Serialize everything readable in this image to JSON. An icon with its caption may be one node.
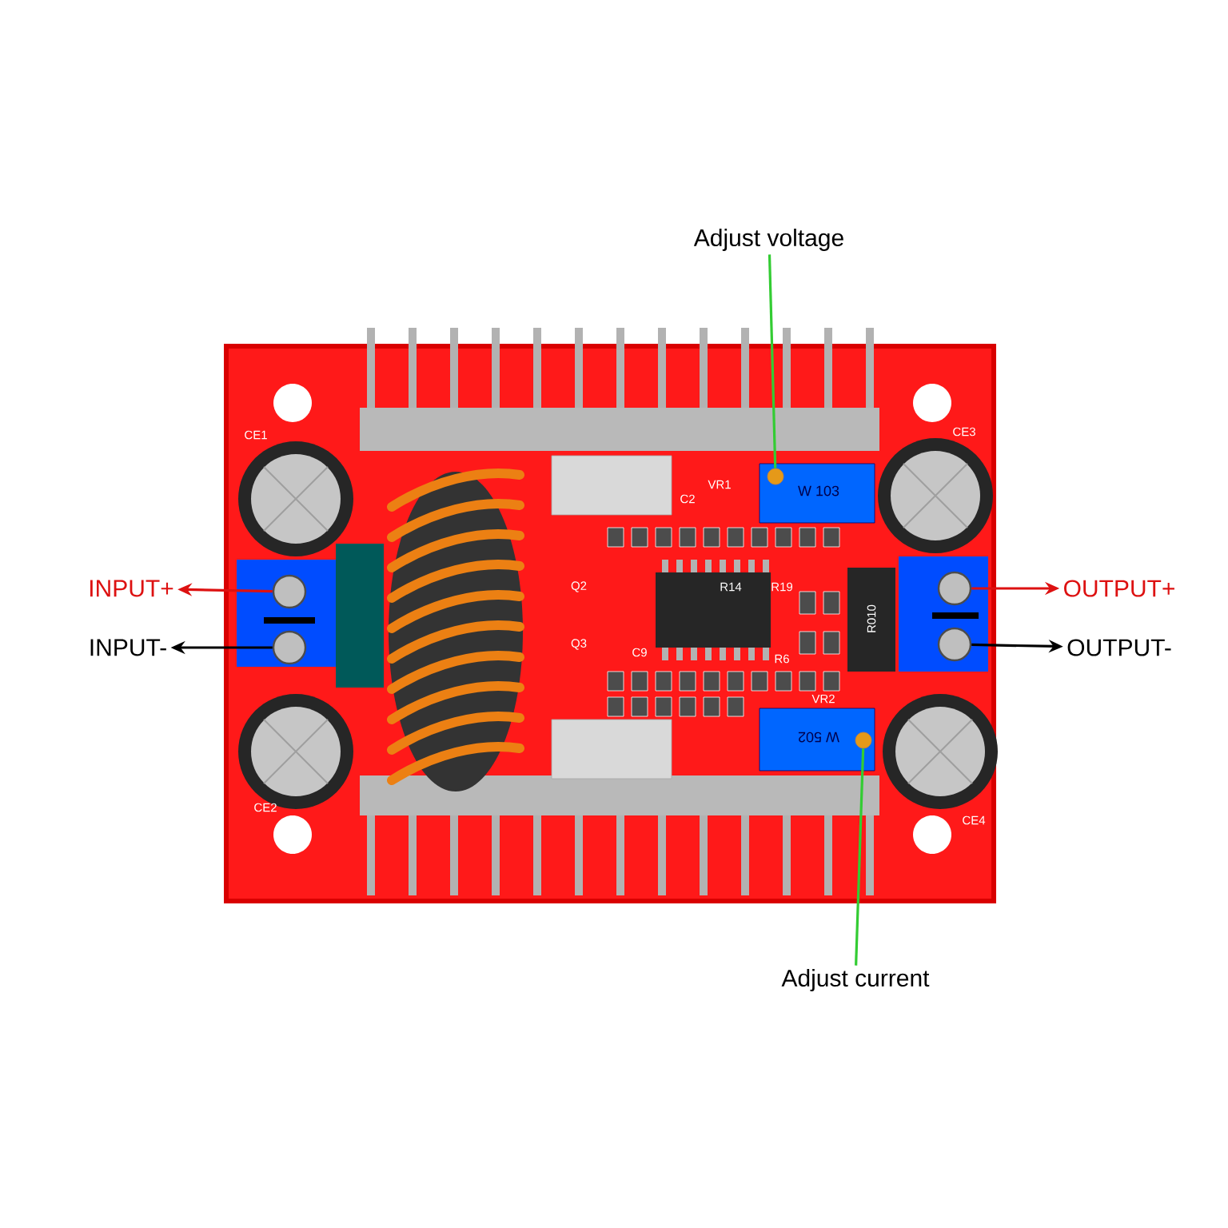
{
  "diagram": {
    "nodes": [
      {
        "text": [
          "Adjust voltage"
        ]
      },
      {
        "text": [],
        "shape": "circle"
      },
      {
        "text": [
          "INPUT+"
        ]
      },
      {
        "text": [],
        "shape": "circle"
      },
      {
        "text": [
          "INPUT-"
        ]
      },
      {
        "text": [],
        "shape": "circle"
      },
      {
        "text": [],
        "shape": "circle"
      },
      {
        "text": [
          "OUTPUT+"
        ]
      },
      {
        "text": [],
        "shape": "circle"
      },
      {
        "text": [
          "OUTPUT-"
        ]
      },
      {
        "text": [],
        "shape": "circle"
      },
      {
        "text": [
          "Adjust current"
        ]
      }
    ],
    "edges": [
      {
        "from": 0,
        "to": 1,
        "arrow": "none",
        "color": "#33cc33"
      },
      {
        "from": 3,
        "to": 2,
        "arrow": "to",
        "color": "#dd1111"
      },
      {
        "from": 5,
        "to": 4,
        "arrow": "to",
        "color": "#000000"
      },
      {
        "from": 6,
        "to": 7,
        "arrow": "to",
        "color": "#dd1111"
      },
      {
        "from": 8,
        "to": 9,
        "arrow": "to",
        "color": "#000000"
      },
      {
        "from": 11,
        "to": 10,
        "arrow": "none",
        "color": "#33cc33"
      }
    ],
    "labels": [
      "CE1",
      "C2",
      "VR1",
      "W 103",
      "CE3",
      "Q2",
      "R14",
      "R19",
      "Q3",
      "C9",
      "R010",
      "R6",
      "VR2",
      "W 502",
      "CE2",
      "CE4"
    ]
  }
}
